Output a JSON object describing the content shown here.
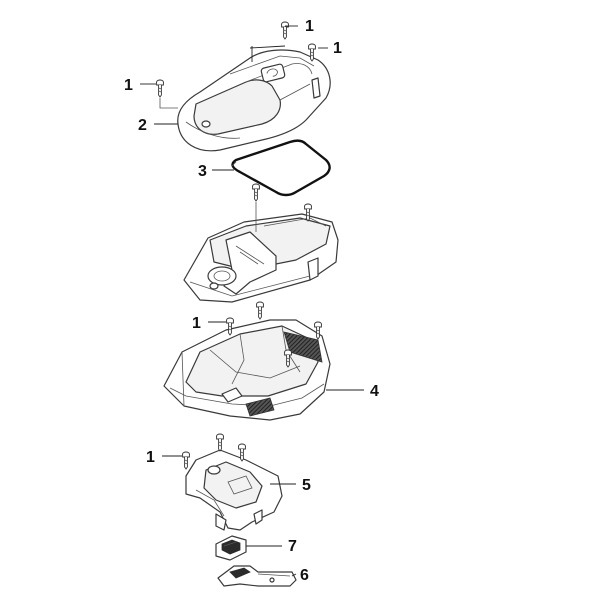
{
  "callouts": {
    "c1a": "1",
    "c1b": "1",
    "c1c": "1",
    "c1d": "1",
    "c1e": "1",
    "c2": "2",
    "c3": "3",
    "c4": "4",
    "c5": "5",
    "c6": "6",
    "c7": "7"
  },
  "icons": {
    "brand_logo": "logo-icon"
  }
}
